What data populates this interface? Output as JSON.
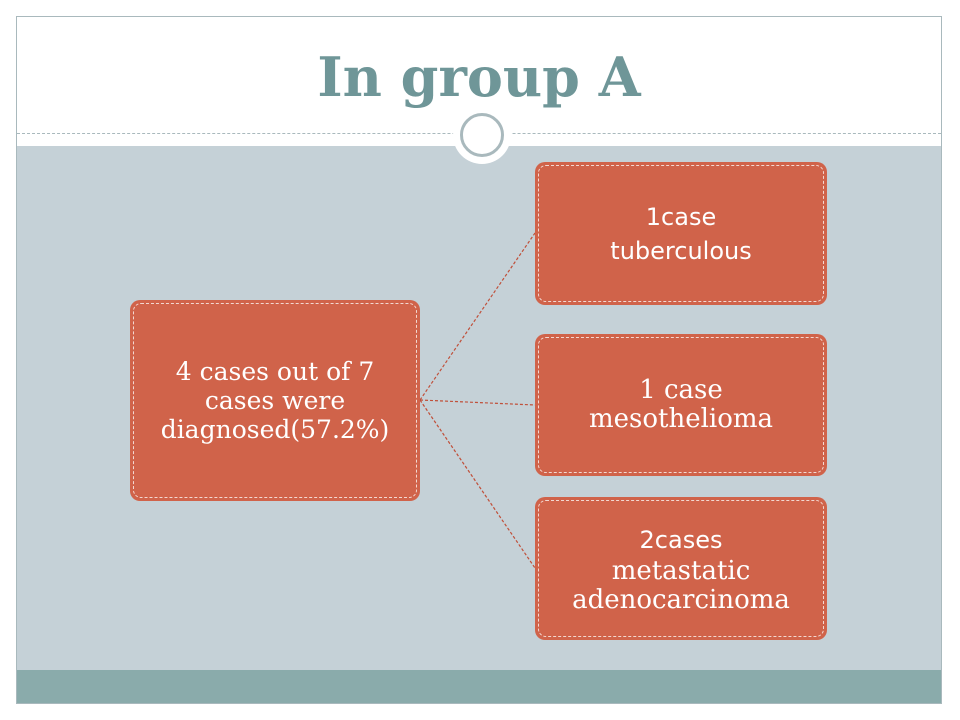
{
  "slide": {
    "title": "In group A"
  },
  "diagram": {
    "root": {
      "lines": [
        "4 cases out of 7",
        "cases were",
        "diagnosed(57.2%)"
      ]
    },
    "children": [
      {
        "lines": [
          "1case",
          "tuberculous"
        ]
      },
      {
        "lines": [
          "1 case",
          "mesothelioma"
        ]
      },
      {
        "lines": [
          "2cases",
          "metastatic",
          "adenocarcinoma"
        ]
      }
    ]
  },
  "colors": {
    "title": "#6f9698",
    "node_fill": "#d0634a",
    "content_band": "#c5d1d7",
    "footer_band": "#8aabab",
    "connector": "#c0503a"
  }
}
